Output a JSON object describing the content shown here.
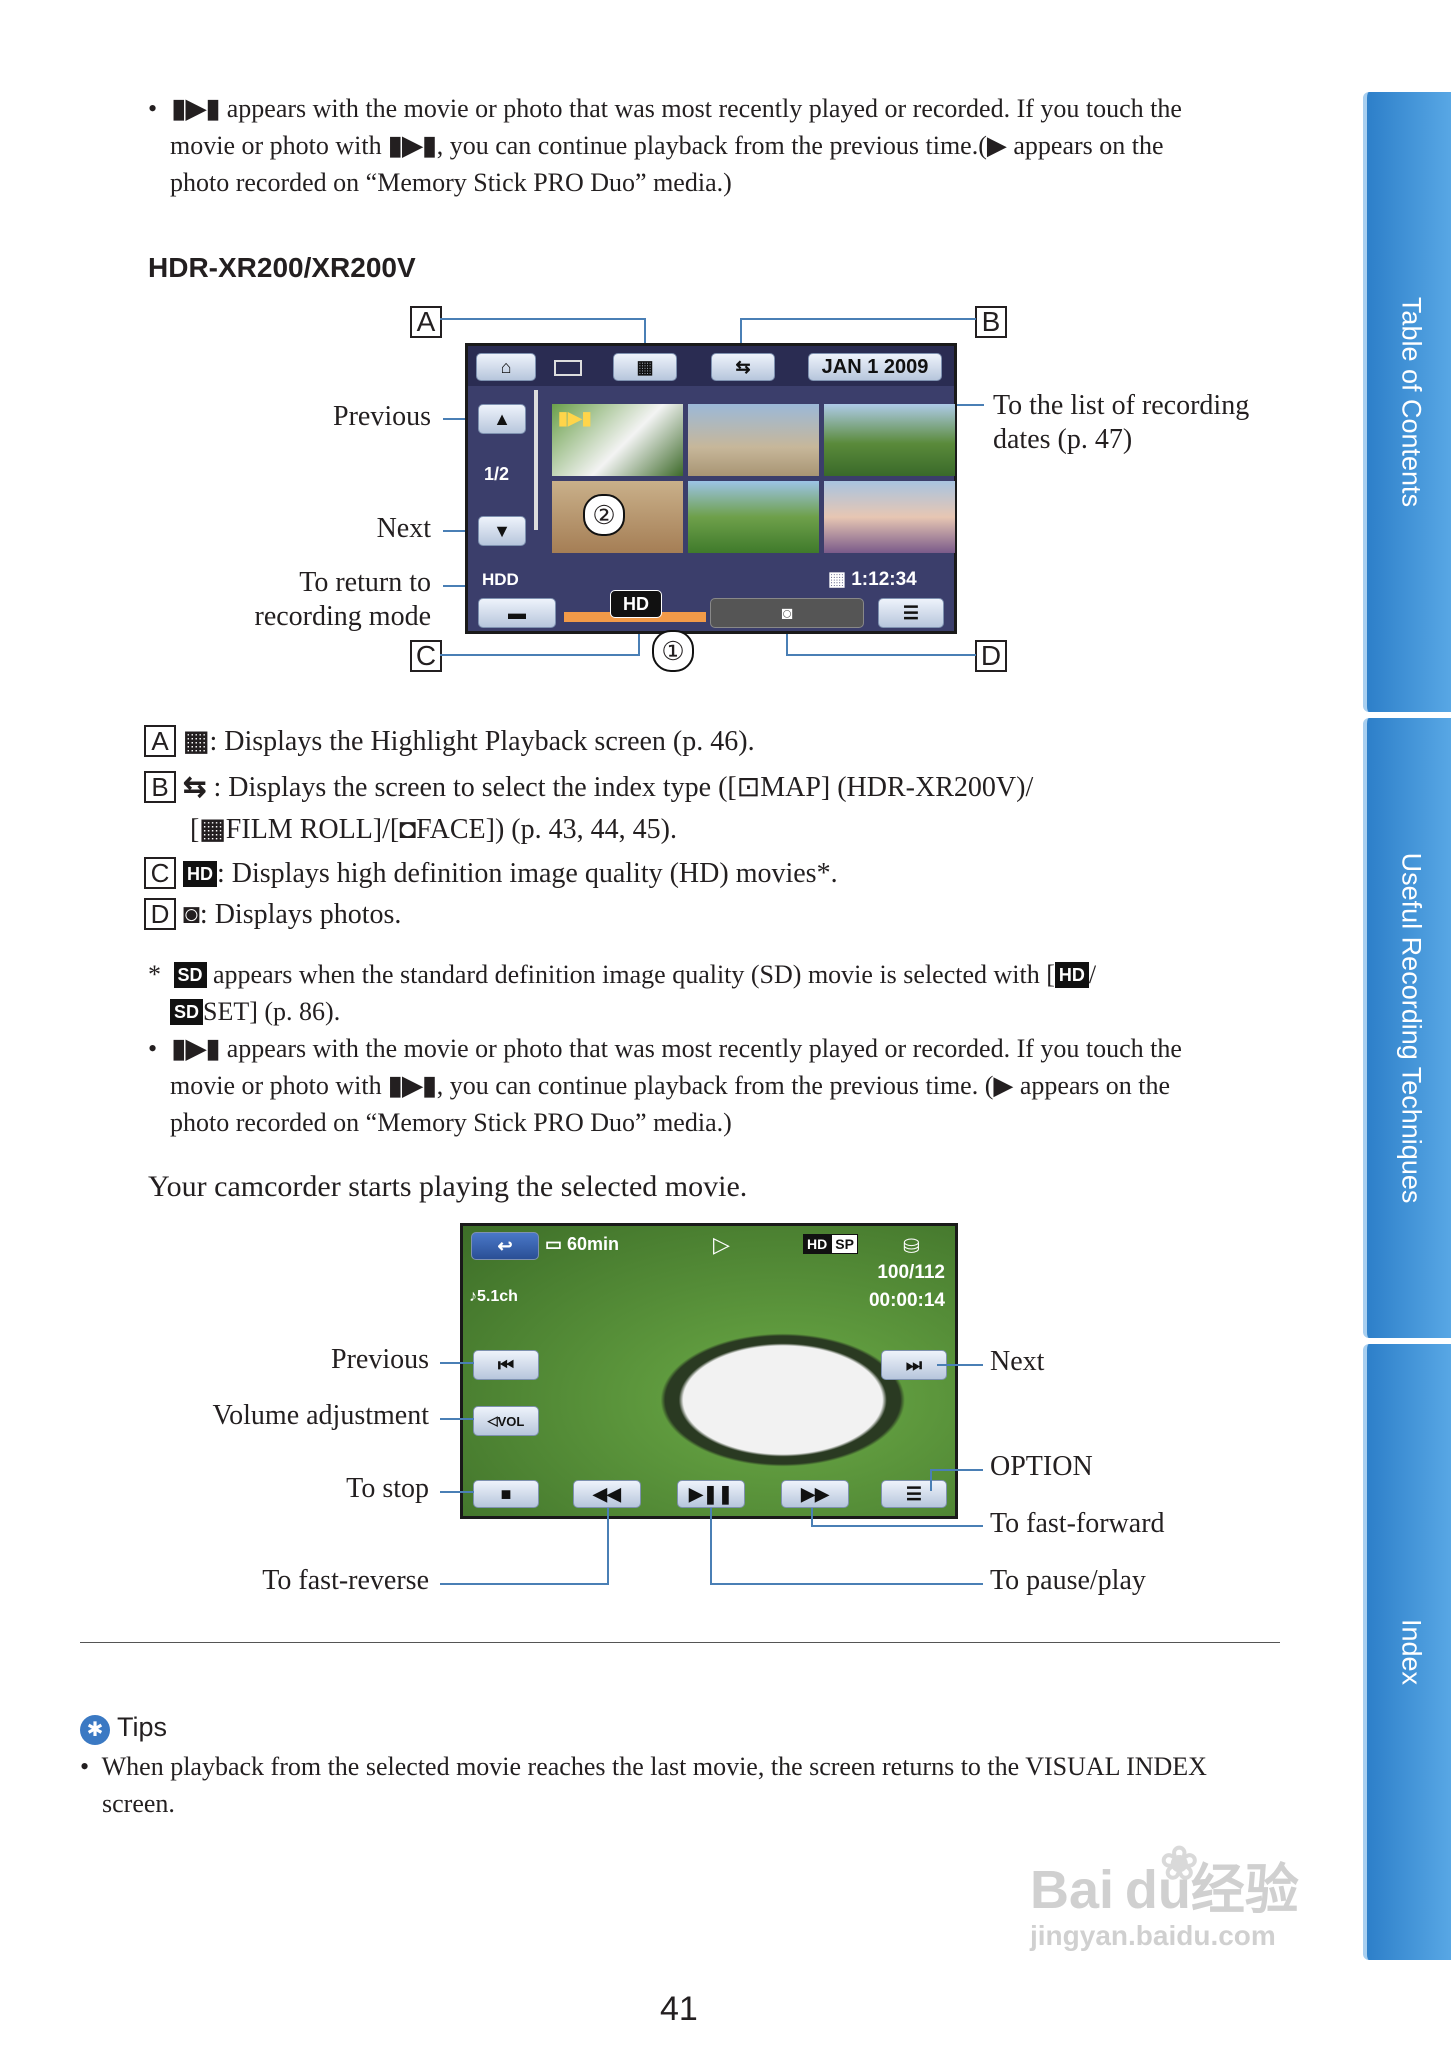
{
  "top_bullet": {
    "line1": "appears with the movie or photo that was most recently played or recorded. If you touch the",
    "line2a": "movie or photo with",
    "line2b": ", you can continue playback from the previous time.(",
    "line2c": "appears on the",
    "line3": "photo recorded on “Memory Stick PRO Duo” media.)"
  },
  "model_heading": "HDR-XR200/XR200V",
  "diagram1": {
    "markers": {
      "a": "A",
      "b": "B",
      "c": "C",
      "d": "D"
    },
    "labels": {
      "previous": "Previous",
      "next": "Next",
      "return1": "To return to",
      "return2": "recording mode",
      "dates1": "To the list of recording",
      "dates2": "dates (p. 47)"
    },
    "screen": {
      "date": "JAN 1 2009",
      "page": "1/2",
      "media": "HDD",
      "time": "1:12:34",
      "hd": "HD",
      "circle1": "①",
      "circle2": "②"
    }
  },
  "legend": {
    "a": "Displays the Highlight Playback screen (p. 46).",
    "b1a": ": Displays the screen to select the index type ([",
    "b1b": "MAP] (HDR-XR200V)/",
    "b2a": "[",
    "b2b": "FILM ROLL]/[",
    "b2c": "FACE]) (p. 43, 44, 45).",
    "c": ": Displays high definition image quality (HD) movies*.",
    "d": ": Displays photos."
  },
  "footnote": {
    "star": "*",
    "line1a": "appears when the standard definition image quality (SD) movie is selected with [",
    "line1b": "/",
    "line2": "SET] (p. 86).",
    "sd": "SD",
    "hd": "HD"
  },
  "bullet2": {
    "line1": "appears with the movie or photo that was most recently played or recorded. If you touch the",
    "line2a": "movie or photo with",
    "line2b": ", you can continue playback from the previous time. (",
    "line2c": "appears on the",
    "line3": "photo recorded on “Memory Stick PRO Duo” media.)"
  },
  "playing_text": "Your camcorder starts playing the selected movie.",
  "diagram2": {
    "labels": {
      "previous": "Previous",
      "volume": "Volume adjustment",
      "stop": "To stop",
      "fast_reverse": "To fast-reverse",
      "next": "Next",
      "option": "OPTION",
      "fast_forward": "To fast-forward",
      "pause_play": "To pause/play"
    },
    "screen": {
      "battery": "60min",
      "counter": "100/112",
      "timecode": "00:00:14",
      "audio": "♪5.1ch",
      "hd": "HD",
      "sp": "SP",
      "vol": "VOL"
    }
  },
  "tips": {
    "title": "Tips",
    "bullet": "•",
    "text1": "When playback from the selected movie reaches the last movie, the screen returns to the VISUAL INDEX",
    "text2": "screen."
  },
  "page_number": "41",
  "watermark": {
    "main": "Bai du经验",
    "sub": "jingyan.baidu.com"
  },
  "side_tabs": [
    "Table of Contents",
    "Useful Recording Techniques",
    "Index"
  ]
}
